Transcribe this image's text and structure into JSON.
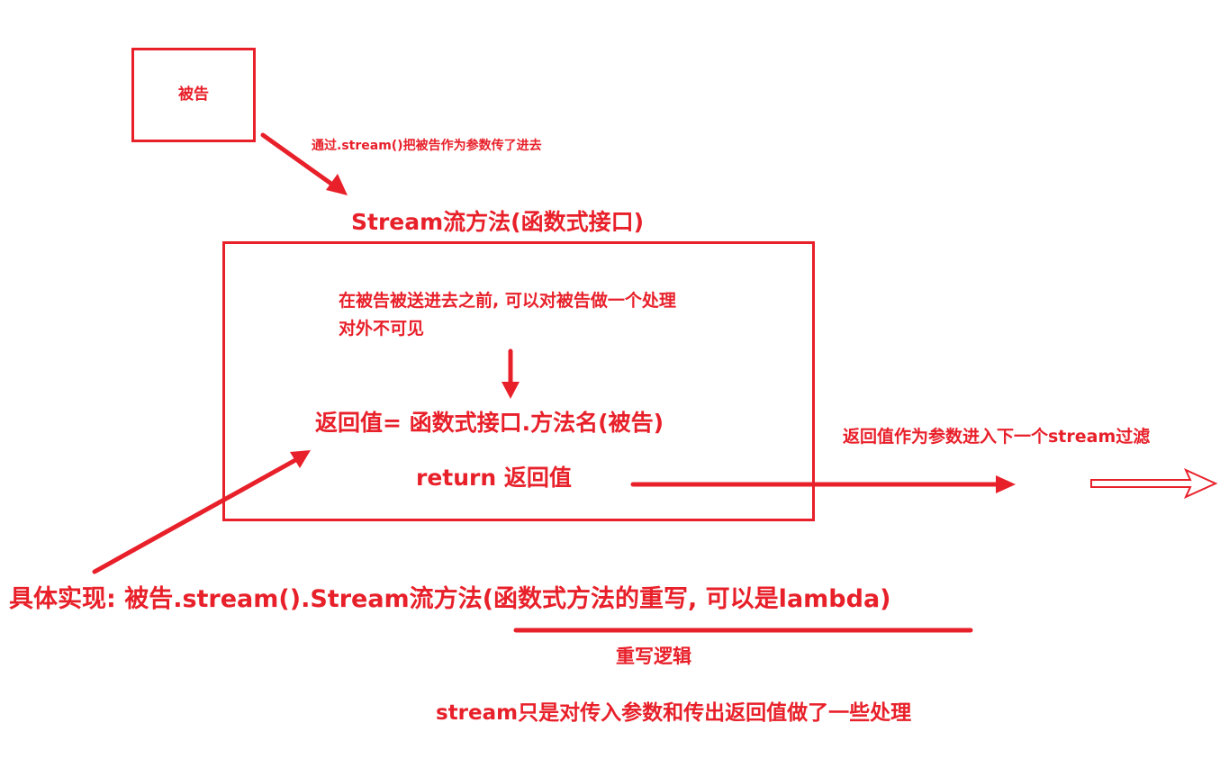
{
  "defendant_box": {
    "label": "被告"
  },
  "labels": {
    "pass_in": "通过.stream()把被告作为参数传了进去",
    "stream_method": "Stream流方法(函数式接口)",
    "preprocess_line1": "在被告被送进去之前, 可以对被告做一个处理",
    "preprocess_line2": "对外不可见",
    "return_assign": "返回值= 函数式接口.方法名(被告)",
    "return_stmt": "return 返回值",
    "next_stream": "返回值作为参数进入下一个stream过滤",
    "impl_prefix": "具体实现: 被告.stream().Stream流方法",
    "impl_suffix": "(函数式方法的重写, 可以是lambda)",
    "rewrite_logic": "重写逻辑",
    "summary": "stream只是对传入参数和传出返回值做了一些处理"
  },
  "colors": {
    "accent": "#e8202a",
    "background": "#ffffff"
  }
}
